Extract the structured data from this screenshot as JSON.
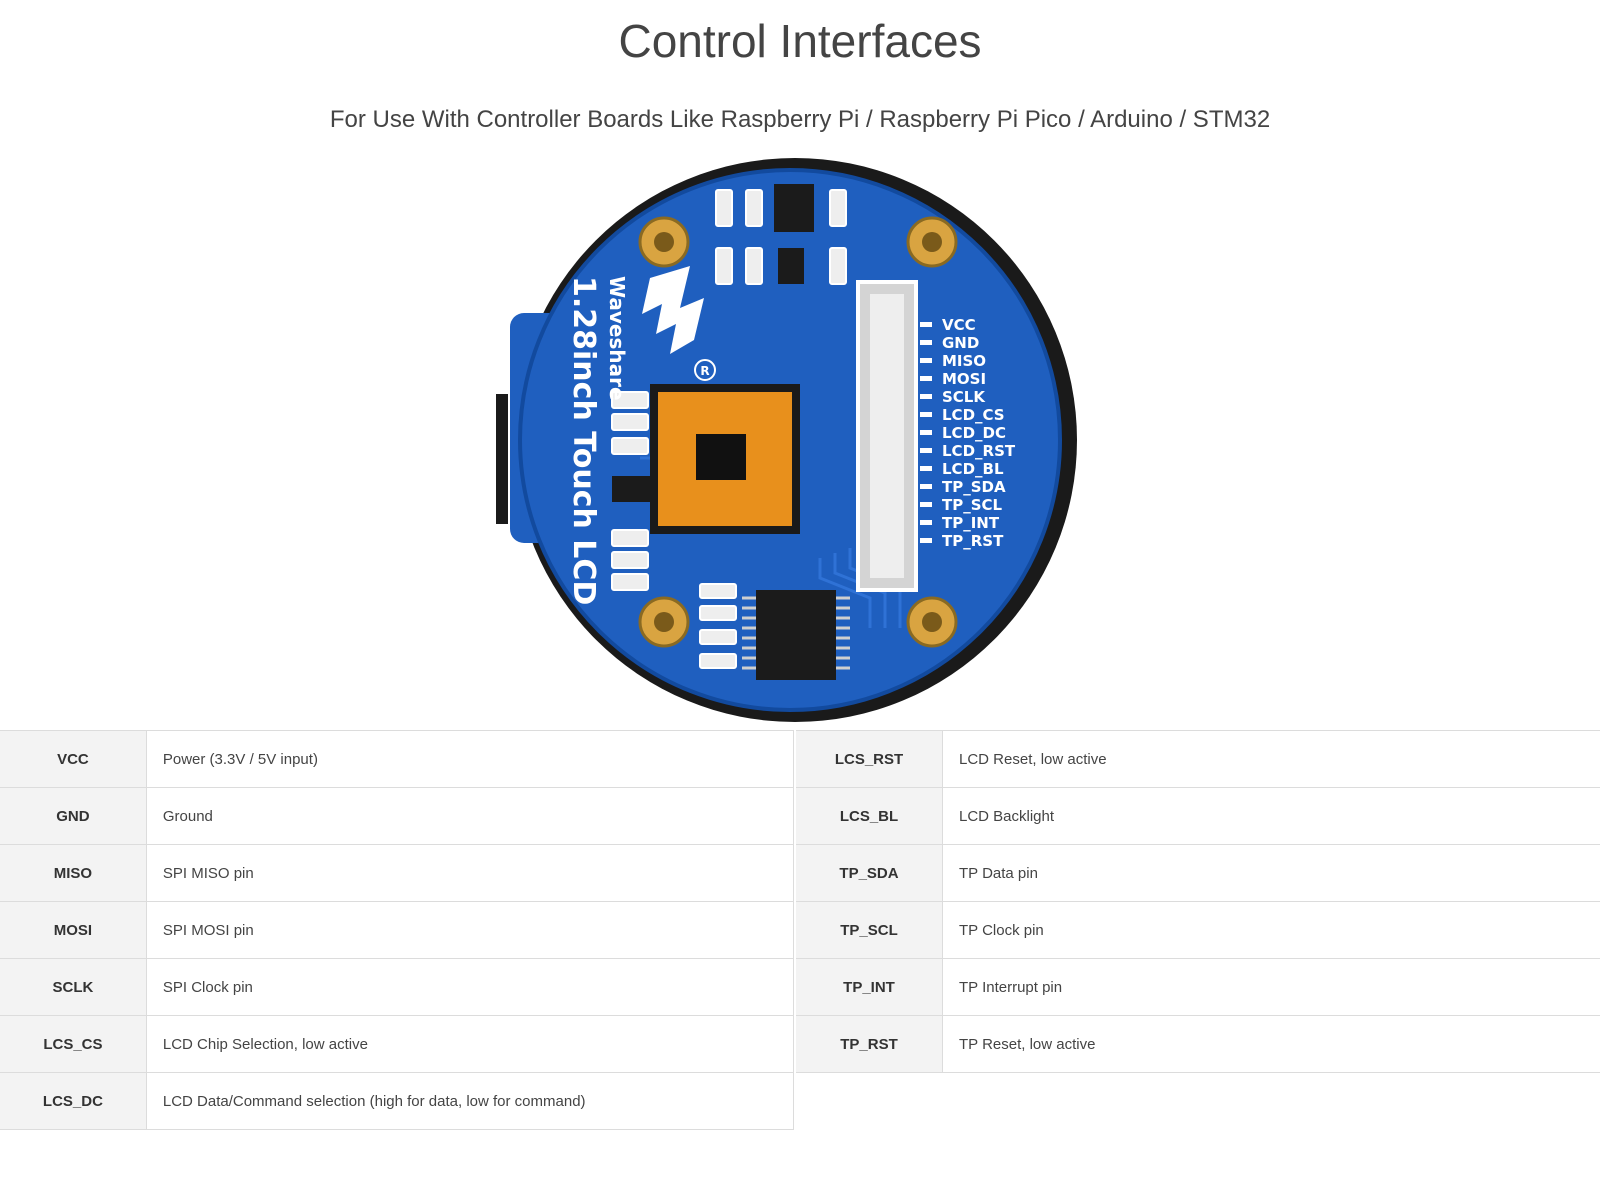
{
  "header": {
    "title": "Control Interfaces",
    "subtitle": "For Use With Controller Boards Like Raspberry Pi / Raspberry Pi Pico / Arduino / STM32"
  },
  "board": {
    "brand": "Waveshare",
    "model": "1.28inch Touch LCD",
    "registered_mark": "R",
    "pin_labels": [
      "VCC",
      "GND",
      "MISO",
      "MOSI",
      "SCLK",
      "LCD_CS",
      "LCD_DC",
      "LCD_RST",
      "LCD_BL",
      "TP_SDA",
      "TP_SCL",
      "TP_INT",
      "TP_RST"
    ],
    "colors": {
      "pcb": "#1f5fbf",
      "pcb_edge": "#124a9e",
      "bezel": "#1a1a1a",
      "gold": "#d9a441",
      "connector": "#eeeeee",
      "chip_tape": "#e8901c"
    }
  },
  "pins_left": [
    {
      "name": "VCC",
      "desc": "Power (3.3V / 5V input)"
    },
    {
      "name": "GND",
      "desc": "Ground"
    },
    {
      "name": "MISO",
      "desc": "SPI MISO pin"
    },
    {
      "name": "MOSI",
      "desc": "SPI MOSI pin"
    },
    {
      "name": "SCLK",
      "desc": "SPI Clock pin"
    },
    {
      "name": "LCS_CS",
      "desc": "LCD Chip Selection, low active"
    },
    {
      "name": "LCS_DC",
      "desc": "LCD Data/Command selection (high for data, low for command)"
    }
  ],
  "pins_right": [
    {
      "name": "LCS_RST",
      "desc": "LCD Reset, low active"
    },
    {
      "name": "LCS_BL",
      "desc": "LCD Backlight"
    },
    {
      "name": "TP_SDA",
      "desc": "TP Data pin"
    },
    {
      "name": "TP_SCL",
      "desc": "TP Clock pin"
    },
    {
      "name": "TP_INT",
      "desc": "TP Interrupt pin"
    },
    {
      "name": "TP_RST",
      "desc": "TP Reset, low active"
    }
  ]
}
